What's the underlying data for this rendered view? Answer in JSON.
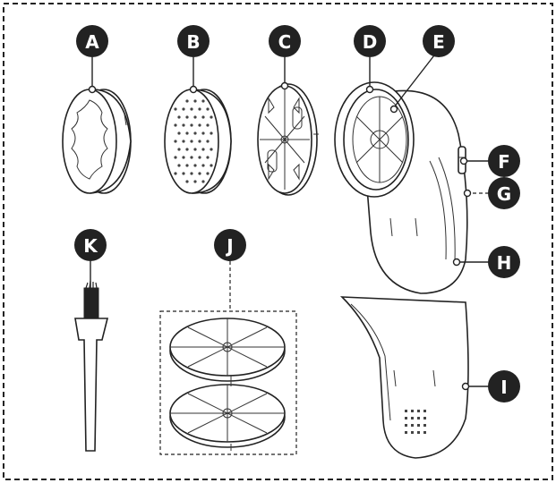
{
  "labels": [
    {
      "id": "A",
      "text": "A"
    },
    {
      "id": "B",
      "text": "B"
    },
    {
      "id": "C",
      "text": "C"
    },
    {
      "id": "D",
      "text": "D"
    },
    {
      "id": "E",
      "text": "E"
    },
    {
      "id": "F",
      "text": "F"
    },
    {
      "id": "G",
      "text": "G"
    },
    {
      "id": "H",
      "text": "H"
    },
    {
      "id": "I",
      "text": "I"
    },
    {
      "id": "J",
      "text": "J"
    },
    {
      "id": "K",
      "text": "K"
    }
  ],
  "colors": {
    "badge": "#222222",
    "badge_text": "#ffffff",
    "line": "#222222",
    "background": "#ffffff"
  }
}
